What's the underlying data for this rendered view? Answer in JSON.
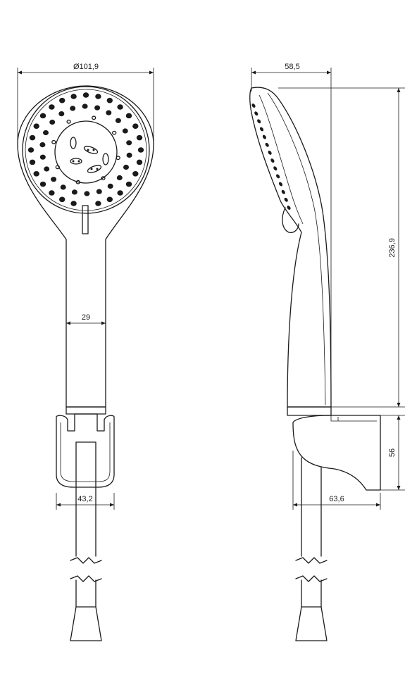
{
  "dimensions": {
    "head_diameter": "Ø101,9",
    "side_depth": "58,5",
    "total_height": "236,9",
    "handle_width": "29",
    "holder_width_front": "43,2",
    "holder_height": "56",
    "holder_depth": "63,6"
  },
  "colors": {
    "line": "#1a1a1a",
    "background": "#ffffff"
  }
}
